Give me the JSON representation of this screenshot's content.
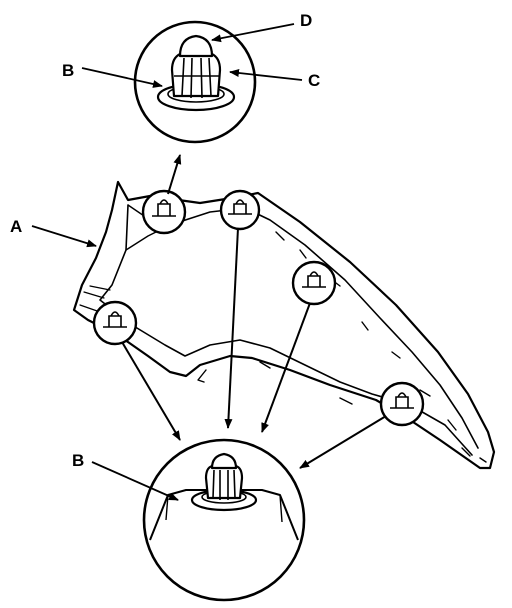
{
  "diagram": {
    "callouts": {
      "a": "A",
      "b_top": "B",
      "c": "C",
      "d": "D",
      "b_bottom": "B"
    },
    "colors": {
      "ink": "#000000",
      "paper": "#ffffff"
    }
  }
}
